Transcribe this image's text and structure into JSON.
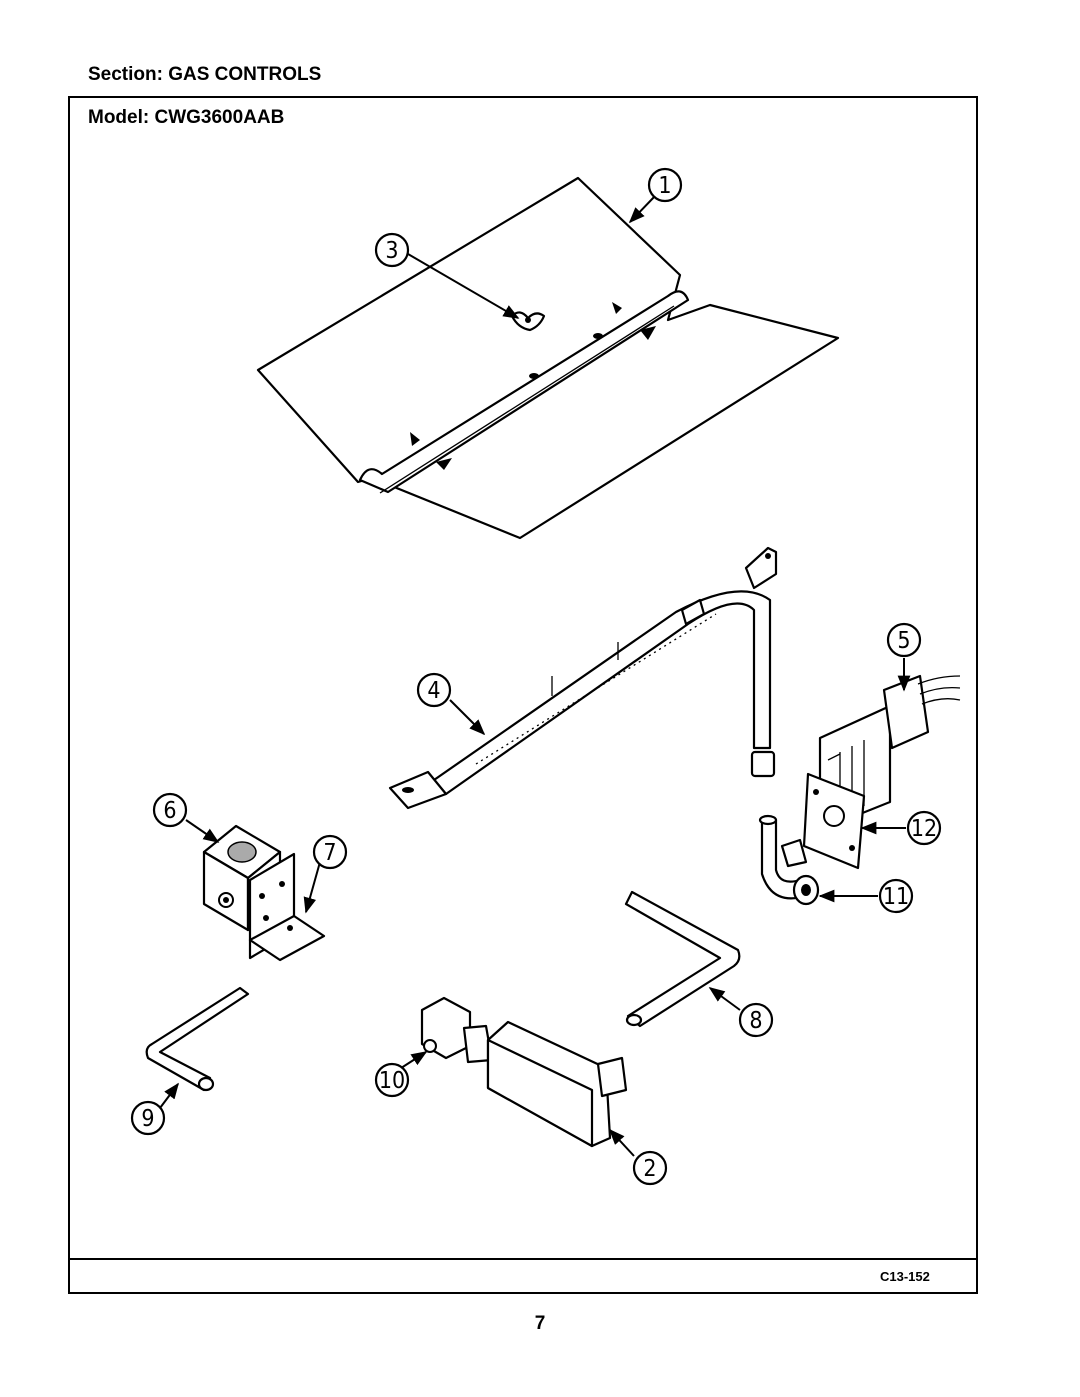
{
  "header": {
    "section_label": "Section:  GAS CONTROLS",
    "model_label": "Model:  CWG3600AAB"
  },
  "footer": {
    "figure_code": "C13-152",
    "page_number": "7"
  },
  "callouts": [
    "1",
    "2",
    "3",
    "4",
    "5",
    "6",
    "7",
    "8",
    "9",
    "10",
    "11",
    "12"
  ]
}
